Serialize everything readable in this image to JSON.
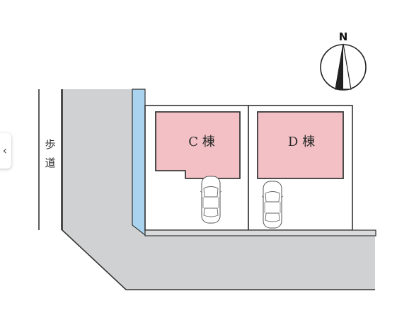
{
  "diagram": {
    "compass": {
      "label": "N"
    },
    "sidewalk": {
      "label_line1": "歩",
      "label_line2": "道"
    },
    "lots": [
      {
        "building_label": "C 棟"
      },
      {
        "building_label": "D 棟"
      }
    ],
    "colors": {
      "building_fill": "#f3c1c5",
      "building_stroke": "#3a3a3a",
      "road_fill": "#cfd1d3",
      "waterway_fill": "#a9d3ee",
      "lot_stroke": "#333333"
    }
  },
  "nav": {
    "prev_icon": "‹"
  }
}
